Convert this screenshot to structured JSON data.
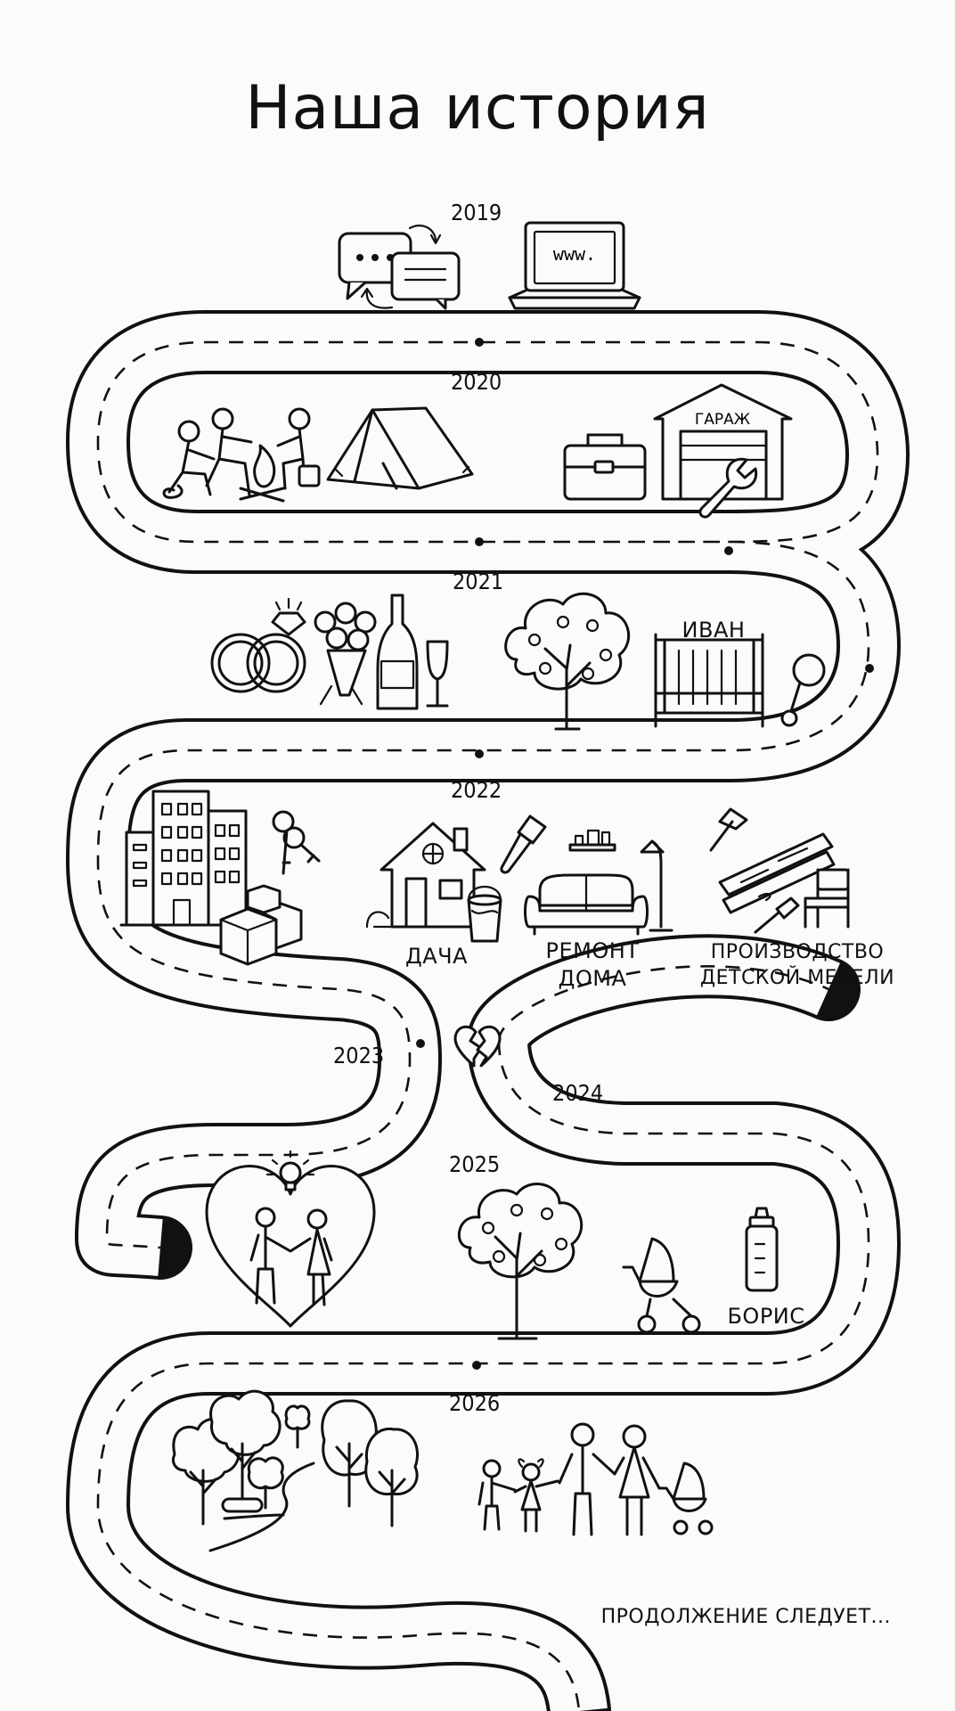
{
  "title": "Наша история",
  "years": {
    "y2019": "2019",
    "y2020": "2020",
    "y2021": "2021",
    "y2022": "2022",
    "y2023": "2023",
    "y2024": "2024",
    "y2025": "2025",
    "y2026": "2026"
  },
  "labels": {
    "www": "www.",
    "garage": "ГАРАЖ",
    "ivan": "ИВАН",
    "dacha": "ДАЧА",
    "renovation_line1": "РЕМОНТ",
    "renovation_line2": "ДОМА",
    "furniture_line1": "ПРОИЗВОДСТВО",
    "furniture_line2": "ДЕТСКОЙ МЕБЕЛИ",
    "boris": "БОРИС",
    "to_be_continued": "ПРОДОЛЖЕНИЕ СЛЕДУЕТ..."
  },
  "icons": [
    "chat-bubbles-icon",
    "laptop-icon",
    "campfire-friends-icon",
    "tent-icon",
    "toolbox-icon",
    "garage-icon",
    "wedding-rings-icon",
    "bouquet-icon",
    "champagne-icon",
    "blossom-tree-icon",
    "crib-icon",
    "rattle-icon",
    "apartment-building-icon",
    "keys-icon",
    "boxes-icon",
    "house-icon",
    "paint-brush-icon",
    "paint-bucket-icon",
    "sofa-icon",
    "lamp-icon",
    "planks-icon",
    "hammer-icon",
    "chair-icon",
    "broken-heart-icon",
    "couple-heart-icon",
    "lightbulb-icon",
    "stroller-icon",
    "baby-bottle-icon",
    "forest-icon",
    "family-icon"
  ]
}
